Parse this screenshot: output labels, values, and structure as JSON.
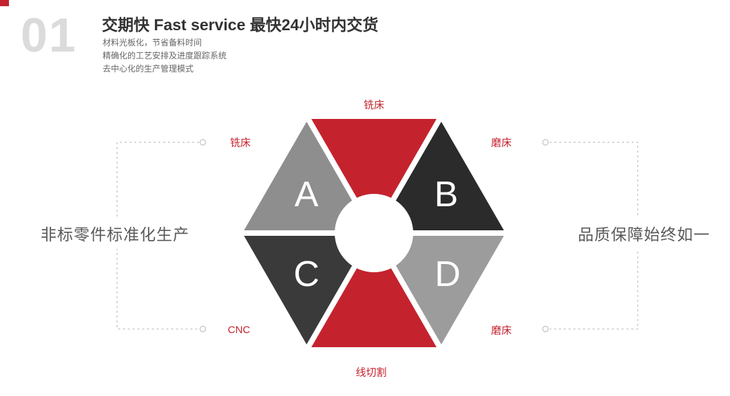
{
  "colors": {
    "red": "#c4232e",
    "dark_b": "#2b2b2b",
    "dark_c": "#3a3a3a",
    "gray_a": "#8e8e8e",
    "gray_d": "#9c9c9c",
    "dash": "#cccccc",
    "index_gray": "#dbdbdb",
    "title_dark": "#333333",
    "caption_gray": "#595959"
  },
  "header": {
    "index": "01",
    "title": "交期快  Fast service 最快24小时内交货",
    "bullets": [
      "材料光板化，节省备料时间",
      "精确化的工艺安排及进度跟踪系统",
      "去中心化的生产管理模式"
    ]
  },
  "diagram": {
    "top_label": "铣床",
    "bottom_label": "线切割",
    "left_top_label": "铣床",
    "left_bottom_label": "CNC",
    "right_top_label": "磨床",
    "right_bottom_label": "磨床",
    "letter_a": "A",
    "letter_b": "B",
    "letter_c": "C",
    "letter_d": "D",
    "left_caption": "非标零件标准化生产",
    "right_caption": "品质保障始终如一"
  }
}
